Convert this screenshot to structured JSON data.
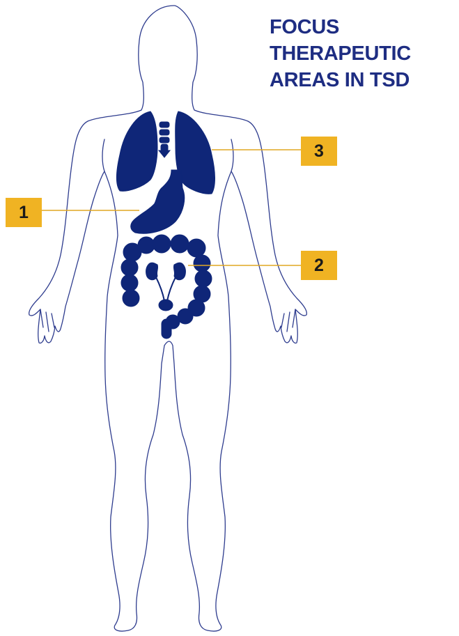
{
  "title_lines": [
    "FOCUS",
    "THERAPEUTIC",
    "AREAS IN TSD"
  ],
  "callouts": [
    {
      "label": "1",
      "organ": "stomach"
    },
    {
      "label": "2",
      "organ": "kidneys"
    },
    {
      "label": "3",
      "organ": "lungs"
    }
  ],
  "colors": {
    "title": "#1e2d82",
    "organ_fill": "#0f2678",
    "body_outline": "#2e3c8e",
    "callout_fill": "#f0b323",
    "callout_text": "#1a1a1a",
    "leader_line": "#e0a722"
  }
}
